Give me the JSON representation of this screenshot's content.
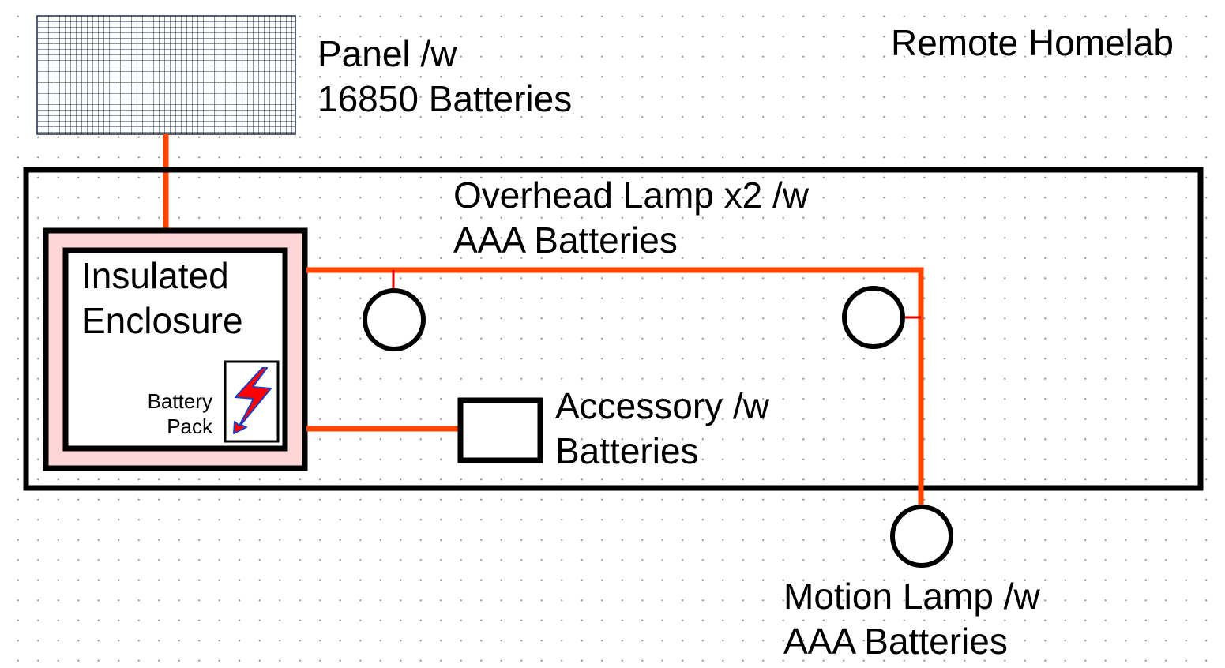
{
  "title": "Remote Homelab",
  "panel": {
    "line1": "Panel /w",
    "line2": "16850 Batteries"
  },
  "overhead_lamp": {
    "line1": "Overhead Lamp x2 /w",
    "line2": "AAA Batteries"
  },
  "enclosure": {
    "line1": "Insulated",
    "line2": "Enclosure"
  },
  "battery_pack": {
    "line1": "Battery",
    "line2": "Pack"
  },
  "accessory": {
    "line1": "Accessory /w",
    "line2": "Batteries"
  },
  "motion_lamp": {
    "line1": "Motion Lamp /w",
    "line2": "AAA Batteries"
  },
  "colors": {
    "wire": "#ff4500",
    "outline": "#000000",
    "enclosure_fill": "#ffd6d6",
    "panel_grid": "#1a2a4a",
    "bolt": "#ff0000",
    "bolt_stroke": "#1f3fbf"
  }
}
